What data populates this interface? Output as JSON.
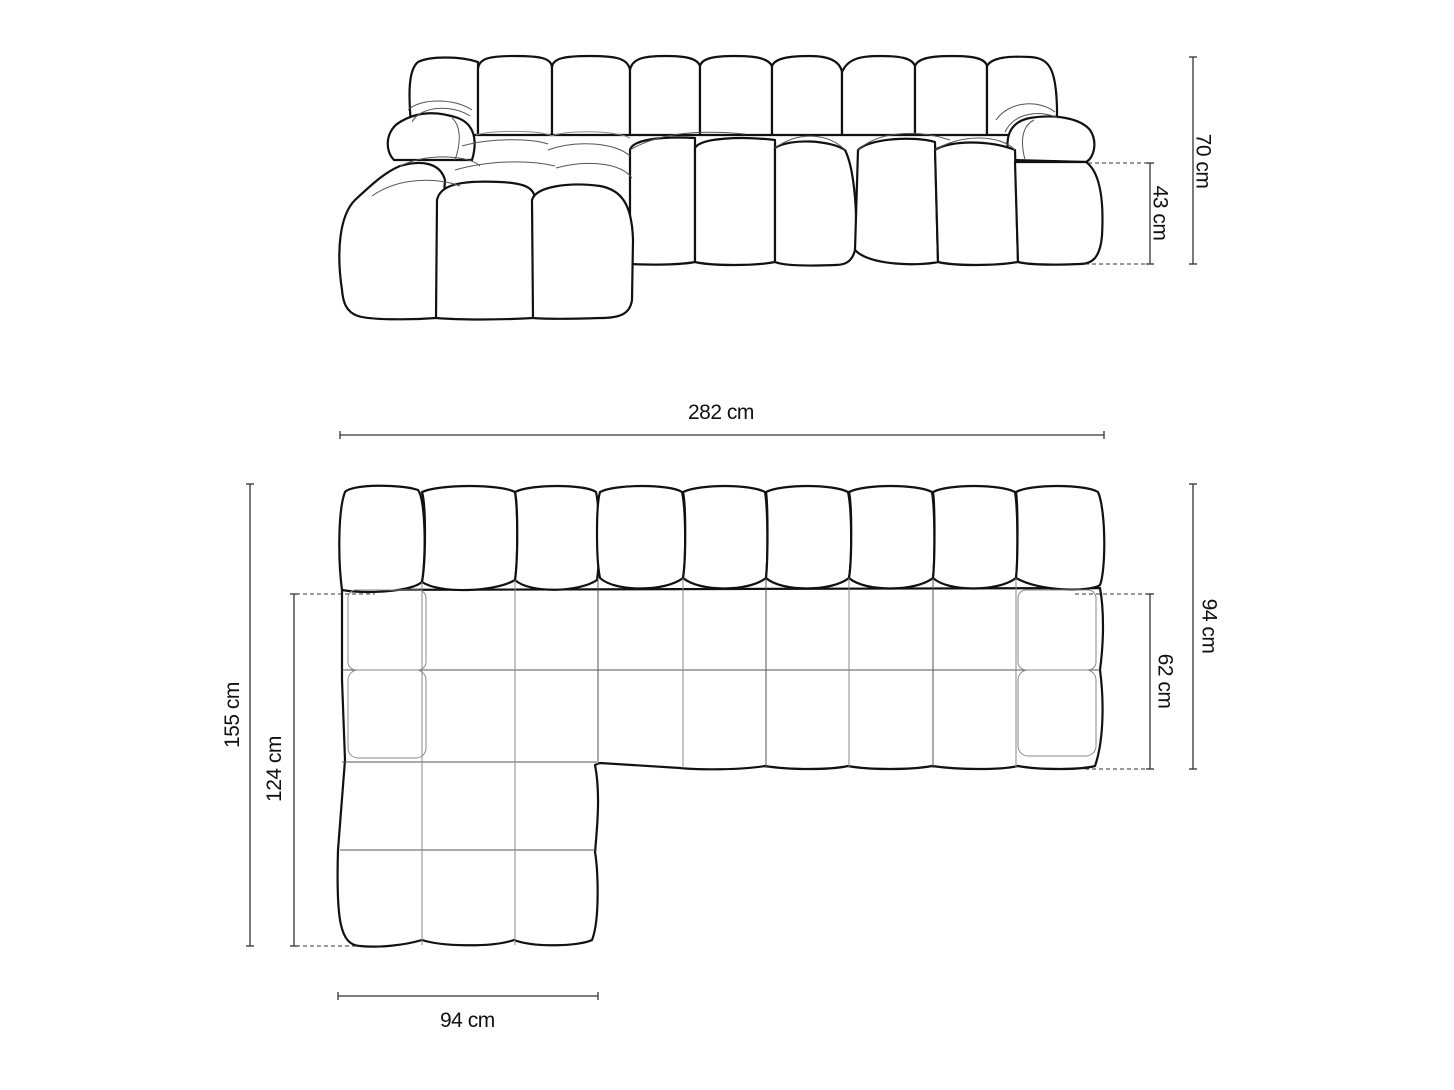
{
  "drawing": {
    "title": "Modular sofa dimension drawing",
    "views": [
      "front-elevation",
      "top-plan"
    ],
    "line_color": "#111111",
    "background": "#ffffff"
  },
  "front_view": {
    "total_height": "70 cm",
    "seat_height": "43 cm"
  },
  "top_view": {
    "total_width": "282 cm",
    "total_depth_chaise": "155 cm",
    "chaise_seat_depth": "124 cm",
    "total_depth": "94 cm",
    "seat_depth": "62 cm",
    "chaise_width": "94 cm"
  }
}
